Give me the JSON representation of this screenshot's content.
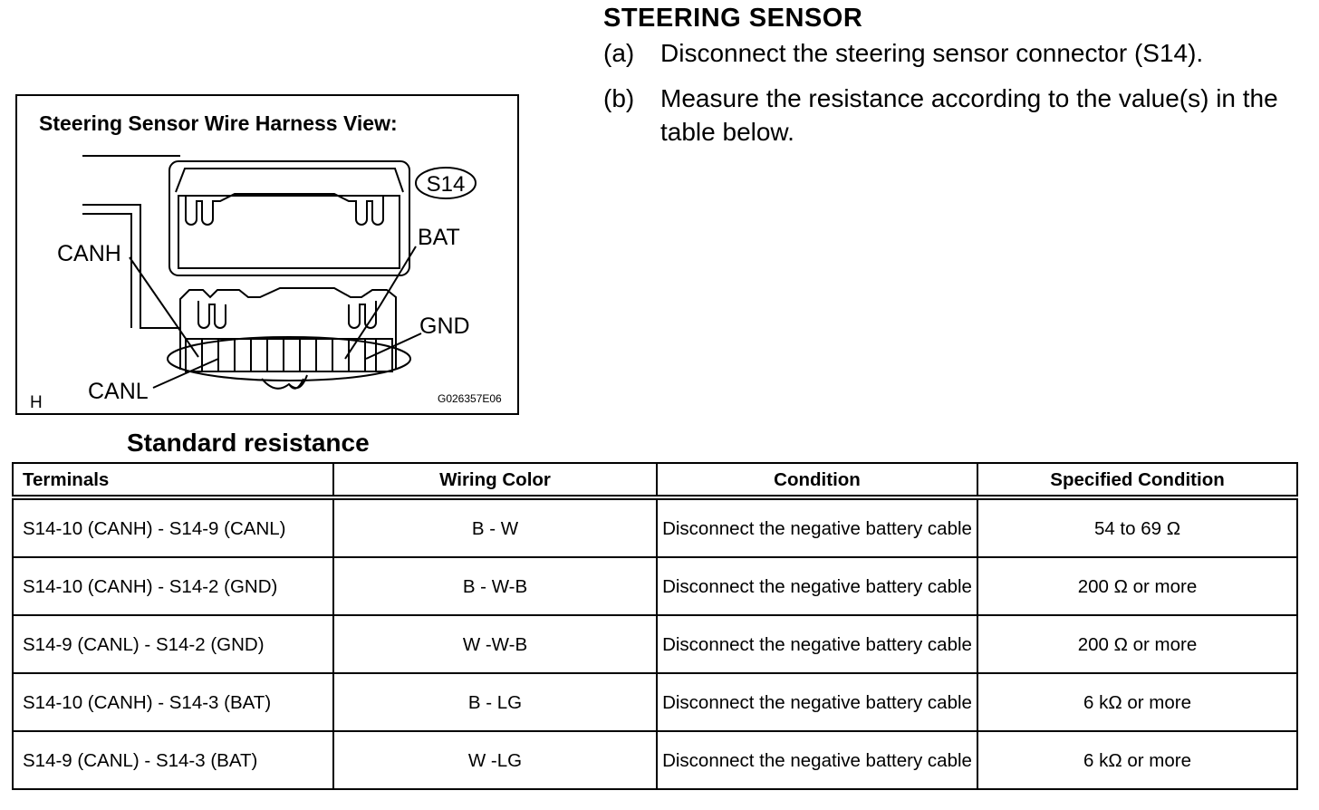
{
  "heading": "STEERING SENSOR",
  "steps": [
    {
      "letter": "(a)",
      "text": "Disconnect the steering sensor connector (S14)."
    },
    {
      "letter": "(b)",
      "text": "Measure the resistance according to the value(s) in the table below."
    }
  ],
  "figure": {
    "title": "Steering Sensor Wire Harness View:",
    "connector_id": "S14",
    "labels": {
      "canh": "CANH",
      "canl": "CANL",
      "bat": "BAT",
      "gnd": "GND"
    },
    "corner_mark": "H",
    "code": "G026357E06"
  },
  "table": {
    "title": "Standard resistance",
    "headers": [
      "Terminals",
      "Wiring Color",
      "Condition",
      "Specified Condition"
    ],
    "rows": [
      {
        "terminals": "S14-10 (CANH) - S14-9 (CANL)",
        "color": "B - W",
        "condition": "Disconnect the negative battery cable",
        "spec": "54 to 69 Ω"
      },
      {
        "terminals": "S14-10 (CANH) - S14-2 (GND)",
        "color": "B - W-B",
        "condition": "Disconnect the negative battery cable",
        "spec": "200 Ω or more"
      },
      {
        "terminals": "S14-9 (CANL) - S14-2 (GND)",
        "color": "W -W-B",
        "condition": "Disconnect the negative battery cable",
        "spec": "200 Ω or more"
      },
      {
        "terminals": "S14-10 (CANH) - S14-3 (BAT)",
        "color": "B - LG",
        "condition": "Disconnect the negative battery cable",
        "spec": "6 kΩ or more"
      },
      {
        "terminals": "S14-9 (CANL) - S14-3 (BAT)",
        "color": "W -LG",
        "condition": "Disconnect the negative battery cable",
        "spec": "6 kΩ or more"
      }
    ]
  }
}
